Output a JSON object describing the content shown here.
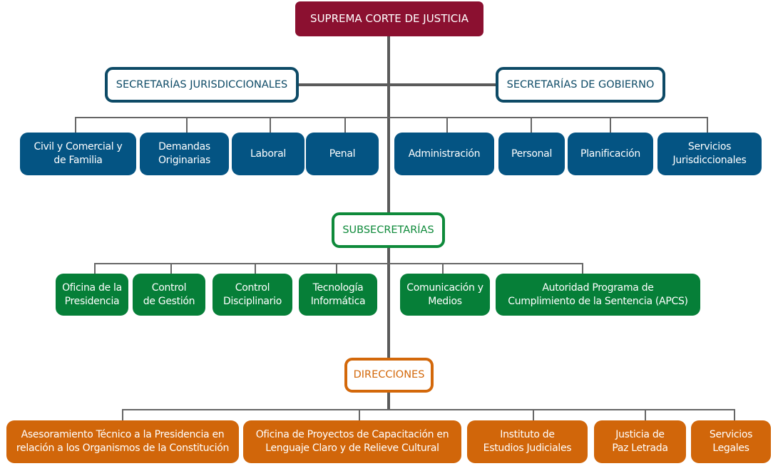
{
  "title": "SUPREMA CORTE DE JUSTICIA",
  "colors": {
    "top": "#8b1030",
    "secretarias": "#045483",
    "subsecretarias": "#067f38",
    "direcciones": "#d1660a",
    "connector": "#5a5a5a"
  },
  "secretarias_jurisdiccionales": {
    "label": "SECRETARÍAS JURISDICCIONALES",
    "items": [
      "Civil y Comercial y\nde Familia",
      "Demandas\nOriginarias",
      "Laboral",
      "Penal"
    ]
  },
  "secretarias_gobierno": {
    "label": "SECRETARÍAS DE GOBIERNO",
    "items": [
      "Administración",
      "Personal",
      "Planificación",
      "Servicios\nJurisdiccionales"
    ]
  },
  "subsecretarias": {
    "label": "SUBSECRETARÍAS",
    "items": [
      "Oficina de la\nPresidencia",
      "Control\nde Gestión",
      "Control\nDisciplinario",
      "Tecnología\nInformática",
      "Comunicación y\nMedios",
      "Autoridad Programa de\nCumplimiento de la Sentencia (APCS)"
    ]
  },
  "direcciones": {
    "label": "DIRECCIONES",
    "items": [
      "Asesoramiento Técnico a la Presidencia en\nrelación a los Organismos de la Constitución",
      "Oficina de Proyectos de Capacitación en\nLenguaje Claro y de Relieve Cultural",
      "Instituto de\nEstudios Judiciales",
      "Justicia de\nPaz Letrada",
      "Servicios\nLegales"
    ]
  }
}
